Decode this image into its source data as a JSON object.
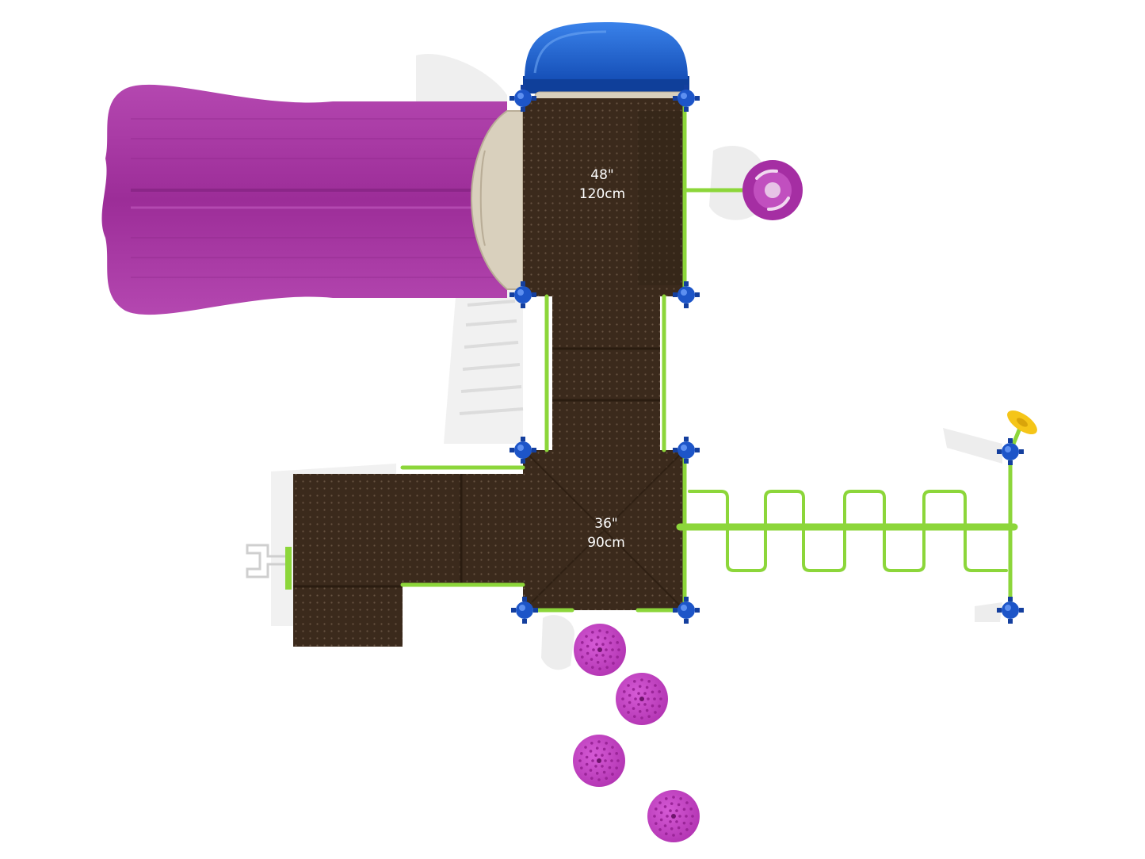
{
  "platforms": [
    {
      "height_in": "48\"",
      "height_cm": "120cm"
    },
    {
      "height_in": "36\"",
      "height_cm": "90cm"
    }
  ],
  "colors": {
    "deck": "#3b2a1c",
    "deck_dots": "#8a7560",
    "post": "#8cd63a",
    "clamp": "#1d55c8",
    "roof": "#1e63d6",
    "slide": "#a3309f",
    "stepper": "#c642c6",
    "panel": "#d9d0bd",
    "steering_wheel": "#f5c518"
  },
  "icons": [
    "slide-icon",
    "roof-icon",
    "spinner-icon",
    "steering-wheel-icon",
    "stepping-stone-icon",
    "clamp-icon"
  ]
}
